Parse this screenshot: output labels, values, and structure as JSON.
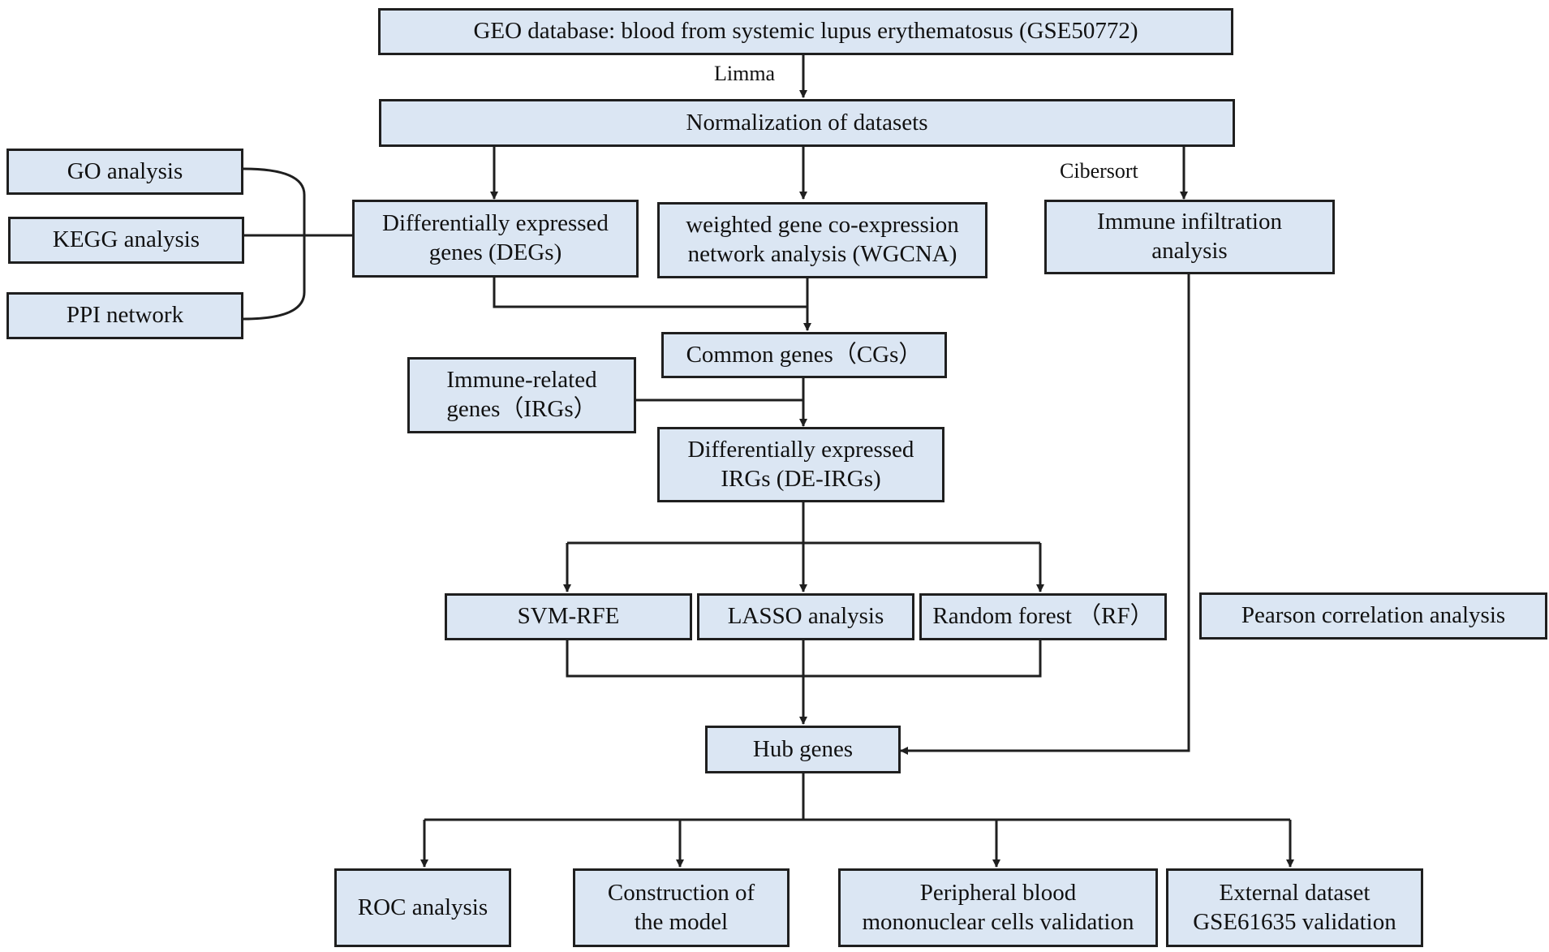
{
  "nodes": {
    "geo": "GEO database: blood from systemic lupus erythematosus (GSE50772)",
    "norm": "Normalization of datasets",
    "go": "GO analysis",
    "kegg": "KEGG analysis",
    "ppi": "PPI network",
    "degs": "Differentially expressed\ngenes (DEGs)",
    "wgcna": "weighted gene co-expression\nnetwork analysis (WGCNA)",
    "immune": "Immune  infiltration\nanalysis",
    "cgs": "Common genes（CGs）",
    "irgs": "Immune-related\ngenes（IRGs）",
    "deirgs": "Differentially expressed\nIRGs (DE-IRGs)",
    "svm": "SVM-RFE",
    "lasso": "LASSO analysis",
    "rf": "Random forest （RF）",
    "pearson": "Pearson correlation analysis",
    "hub": "Hub genes",
    "roc": "ROC analysis",
    "model": "Construction of\nthe model",
    "pbmc": "Peripheral blood\nmononuclear cells validation",
    "external": "External dataset\nGSE61635 validation"
  },
  "edge_labels": {
    "limma": "Limma",
    "cibersort": "Cibersort"
  },
  "colors": {
    "box_fill": "#dbe6f3",
    "line": "#1f1f1f"
  }
}
